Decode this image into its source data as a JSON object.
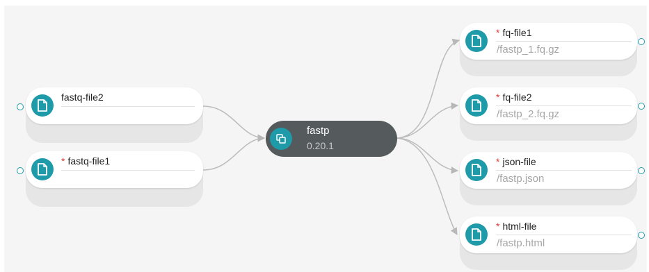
{
  "colors": {
    "accent": "#1f9aa8",
    "required": "#e53935",
    "tool_bg": "#555a5c"
  },
  "inputs": [
    {
      "label": "fastq-file2",
      "required": false,
      "icon": "file-icon"
    },
    {
      "label": "fastq-file1",
      "required": true,
      "icon": "file-icon"
    }
  ],
  "tool": {
    "name": "fastp",
    "version": "0.20.1",
    "icon": "copy-icon"
  },
  "outputs": [
    {
      "label": "fq-file1",
      "path": "/fastp_1.fq.gz",
      "required": true,
      "icon": "file-icon"
    },
    {
      "label": "fq-file2",
      "path": "/fastp_2.fq.gz",
      "required": true,
      "icon": "file-icon"
    },
    {
      "label": "json-file",
      "path": "/fastp.json",
      "required": true,
      "icon": "file-icon"
    },
    {
      "label": "html-file",
      "path": "/fastp.html",
      "required": true,
      "icon": "file-icon"
    }
  ],
  "required_marker": "*"
}
